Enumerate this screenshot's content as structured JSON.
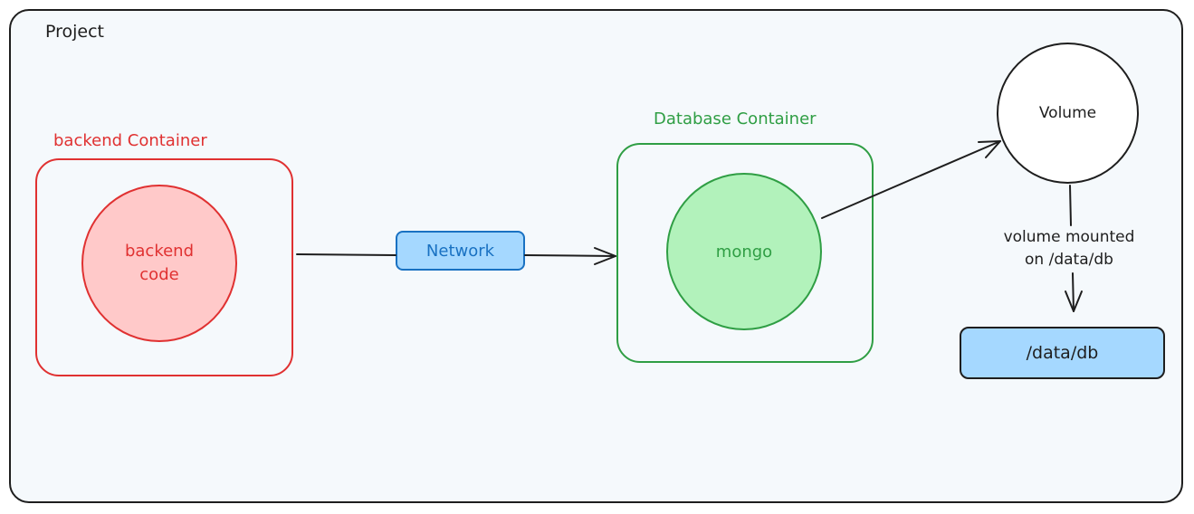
{
  "project": {
    "title": "Project"
  },
  "backend": {
    "container_label": "backend Container",
    "node_label": "backend\ncode"
  },
  "network": {
    "label": "Network"
  },
  "database": {
    "container_label": "Database Container",
    "node_label": "mongo"
  },
  "volume": {
    "node_label": "Volume",
    "edge_label": "volume mounted\non /data/db",
    "target_label": "/data/db"
  },
  "colors": {
    "backend_accent": "#e03131",
    "backend_fill": "#ffc9c9",
    "database_accent": "#2f9e44",
    "database_fill": "#b2f2bb",
    "network_accent": "#1971c2",
    "network_fill": "#a5d8ff",
    "stroke": "#1e1e1e",
    "background": "#f5f9fc"
  }
}
